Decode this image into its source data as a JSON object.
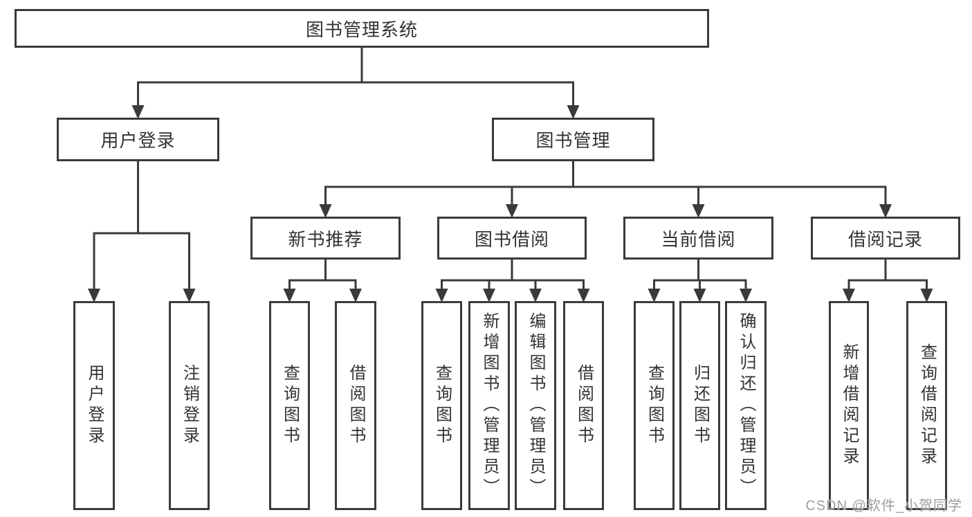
{
  "colors": {
    "line": "#3a3a3a",
    "box_border": "#3a3a3a",
    "box_fill": "#ffffff",
    "text": "#333333",
    "watermark": "#9e9e9e",
    "background": "#ffffff"
  },
  "watermark": {
    "text": "CSDN @软件_小贺同学"
  },
  "tree": {
    "id": "system",
    "label": "图书管理系统",
    "children": [
      {
        "id": "user-login",
        "label": "用户登录",
        "children": [
          {
            "id": "leaf-user-login",
            "label": "用户登录"
          },
          {
            "id": "leaf-logout",
            "label": "注销登录"
          }
        ]
      },
      {
        "id": "book-mgmt",
        "label": "图书管理",
        "children": [
          {
            "id": "new-book-rec",
            "label": "新书推荐",
            "children": [
              {
                "id": "nb-query",
                "label": "查询图书"
              },
              {
                "id": "nb-borrow",
                "label": "借阅图书"
              }
            ]
          },
          {
            "id": "book-borrow",
            "label": "图书借阅",
            "children": [
              {
                "id": "bb-query",
                "label": "查询图书"
              },
              {
                "id": "bb-add",
                "label": "新增图书（管理员）"
              },
              {
                "id": "bb-edit",
                "label": "编辑图书（管理员）"
              },
              {
                "id": "bb-lend",
                "label": "借阅图书"
              }
            ]
          },
          {
            "id": "current-borrow",
            "label": "当前借阅",
            "children": [
              {
                "id": "cb-query",
                "label": "查询图书"
              },
              {
                "id": "cb-return",
                "label": "归还图书"
              },
              {
                "id": "cb-confirm",
                "label": "确认归还（管理员）"
              }
            ]
          },
          {
            "id": "borrow-records",
            "label": "借阅记录",
            "children": [
              {
                "id": "rec-add",
                "label": "新增借阅记录"
              },
              {
                "id": "rec-query",
                "label": "查询借阅记录"
              }
            ]
          }
        ]
      }
    ]
  }
}
